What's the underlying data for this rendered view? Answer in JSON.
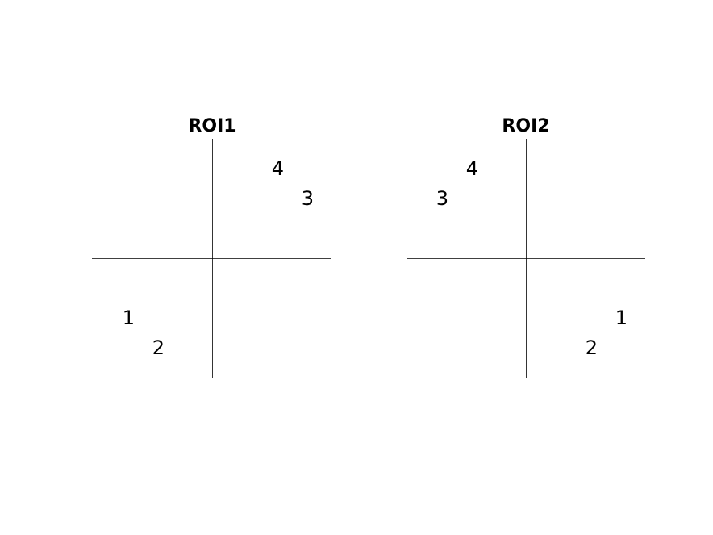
{
  "figure": {
    "panels": [
      {
        "title": "ROI1",
        "points": [
          {
            "label": "1",
            "x": -0.7,
            "y": -0.5
          },
          {
            "label": "2",
            "x": -0.45,
            "y": -0.75
          },
          {
            "label": "3",
            "x": 0.8,
            "y": 0.5
          },
          {
            "label": "4",
            "x": 0.55,
            "y": 0.75
          }
        ]
      },
      {
        "title": "ROI2",
        "points": [
          {
            "label": "1",
            "x": 0.8,
            "y": -0.5
          },
          {
            "label": "2",
            "x": 0.55,
            "y": -0.75
          },
          {
            "label": "3",
            "x": -0.7,
            "y": 0.5
          },
          {
            "label": "4",
            "x": -0.45,
            "y": 0.75
          }
        ]
      }
    ]
  }
}
